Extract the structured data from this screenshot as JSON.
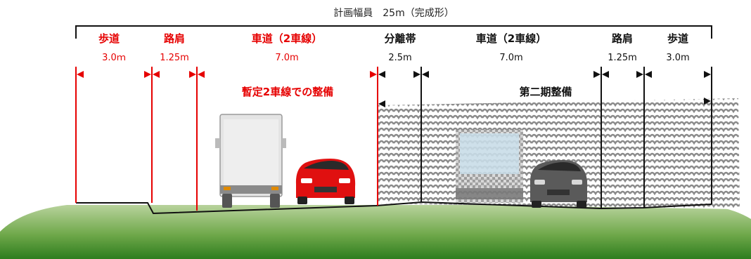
{
  "title": "計画幅員　25m（完成形）",
  "stage1_note": "暫定2車線での整備",
  "stage2_note": "第二期整備",
  "sections": [
    {
      "name": "歩道",
      "width": "3.0ｍ",
      "phase": "interim"
    },
    {
      "name": "路肩",
      "width": "1.25m",
      "phase": "interim"
    },
    {
      "name": "車道（2車線）",
      "width": "7.0m",
      "phase": "interim"
    },
    {
      "name": "分離帯",
      "width": "2.5m",
      "phase": "second"
    },
    {
      "name": "車道（2車線）",
      "width": "7.0m",
      "phase": "second"
    },
    {
      "name": "路肩",
      "width": "1.25m",
      "phase": "second"
    },
    {
      "name": "歩道",
      "width": "3.0m",
      "phase": "second"
    }
  ],
  "colors": {
    "interim": "#e60000",
    "second": "#111111",
    "ground_top": "#a9c98a",
    "ground_bottom": "#2e7d1e",
    "car_interim": "#e01010",
    "car_second": "#555555"
  }
}
